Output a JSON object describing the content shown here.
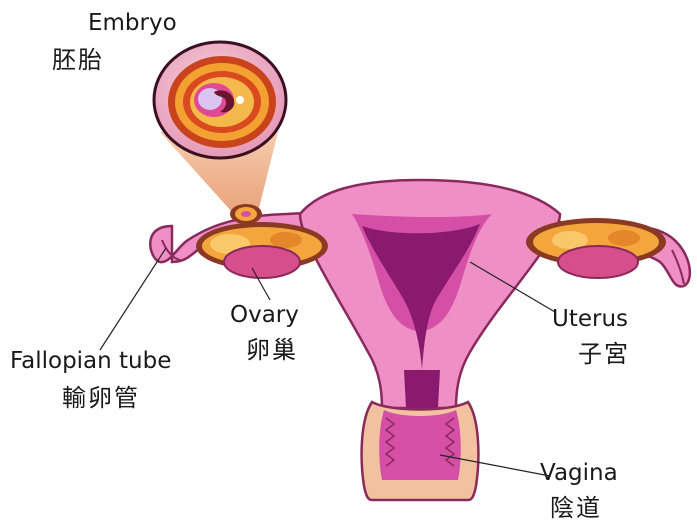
{
  "labels": {
    "embryo": {
      "en": "Embryo",
      "zh": "胚胎"
    },
    "ovary": {
      "en": "Ovary",
      "zh": "卵巢"
    },
    "fallopian": {
      "en": "Fallopian tube",
      "zh": "輸卵管"
    },
    "uterus": {
      "en": "Uterus",
      "zh": "子宮"
    },
    "vagina": {
      "en": "Vagina",
      "zh": "陰道"
    }
  },
  "colors": {
    "uterus_pink": "#ee8fc6",
    "uterus_deep": "#d64fa6",
    "cavity": "#8a1a6e",
    "ovary_orange": "#f4a53c",
    "ovary_brown": "#8a3a22",
    "skin": "#f2c2a0",
    "embryo_ring": "#e0802c",
    "embryo_inner": "#d63c86"
  }
}
